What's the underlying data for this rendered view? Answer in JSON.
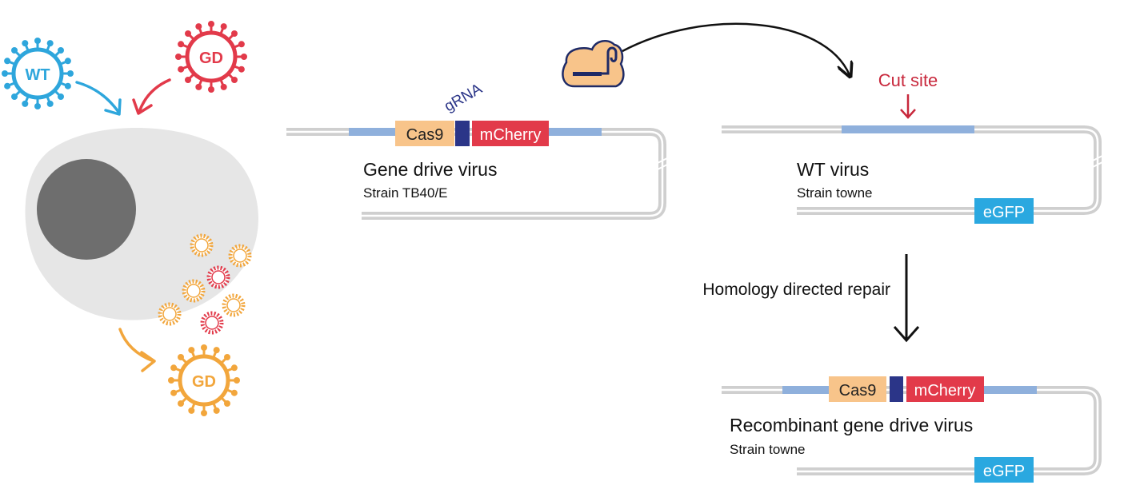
{
  "colors": {
    "wt_blue": "#2ea6dc",
    "gd_red": "#e23a4a",
    "gd_orange": "#f2a63c",
    "cell_gray": "#e6e6e6",
    "nucleus_gray": "#6e6e6e",
    "dna_gray": "#cfcfcf",
    "homology_blue": "#8fb0dc",
    "cas9_fill": "#f8c48a",
    "grna_navy": "#2b3588",
    "mcherry_red": "#e23a4a",
    "egfp_blue": "#2aa8e0",
    "cut_site_red": "#c8283c"
  },
  "infection": {
    "wt_virus_label": "WT",
    "gd_virus_label": "GD",
    "progeny_virus_label": "GD"
  },
  "gene_drive_virus": {
    "name": "Gene drive virus",
    "strain": "Strain TB40/E",
    "cassette": {
      "cas9_label": "Cas9",
      "grna_label": "gRNA",
      "mcherry_label": "mCherry"
    }
  },
  "cas9_complex": {
    "icon": "cas9-grna-complex-icon"
  },
  "wt_virus": {
    "name": "WT virus",
    "strain": "Strain towne",
    "cut_site_label": "Cut site",
    "reporter_label": "eGFP"
  },
  "process": {
    "repair_label": "Homology directed repair"
  },
  "recombinant_virus": {
    "name": "Recombinant gene drive virus",
    "strain": "Strain towne",
    "cassette": {
      "cas9_label": "Cas9",
      "mcherry_label": "mCherry"
    },
    "reporter_label": "eGFP"
  }
}
